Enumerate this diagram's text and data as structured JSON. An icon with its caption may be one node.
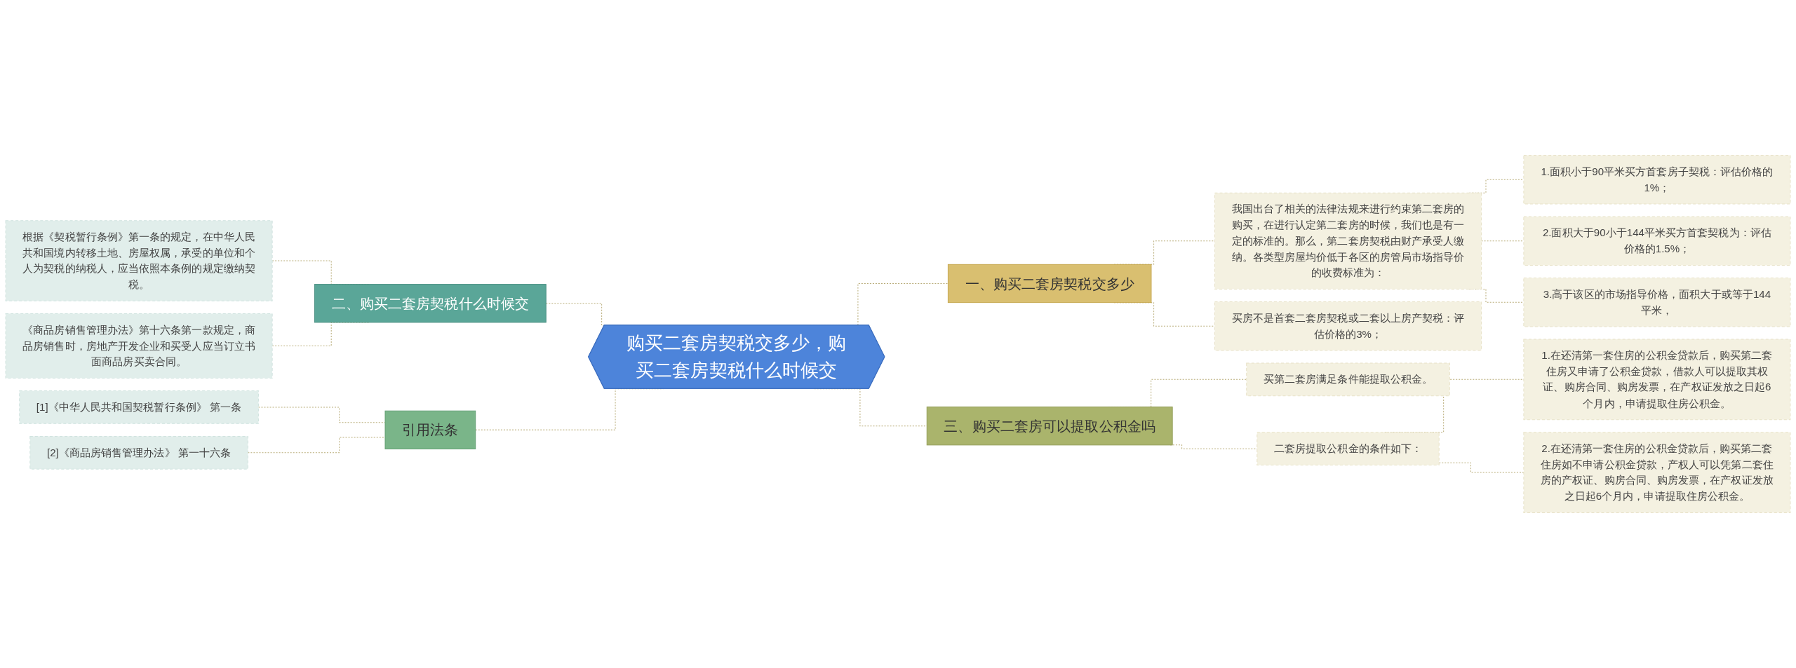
{
  "diagram": {
    "nodes": [
      {
        "text": [
          "购买二套房契税交多少，购买二套房契税什么时候交"
        ]
      },
      {
        "text": [
          "一、购买二套房契税交多少"
        ]
      },
      {
        "text": [
          "我国出台了相关的法律法规来进行约束第二套房的购买，在进行认定第二套房的时候，我们也是有一定的标准的。那么，第二套房契税由财产承受人缴纳。各类型房屋均价低于各区的房管局市场指导价的收费标准为："
        ]
      },
      {
        "text": [
          "1.面积小于90平米买方首套房子契税：评估价格的1%；"
        ]
      },
      {
        "text": [
          "2.面积大于90小于144平米买方首套契税为：评估价格的1.5%；"
        ]
      },
      {
        "text": [
          "3.高于该区的市场指导价格，面积大于或等于144平米，"
        ]
      },
      {
        "text": [
          "买房不是首套二套房契税或二套以上房产契税：评估价格的3%；"
        ]
      },
      {
        "text": [
          "三、购买二套房可以提取公积金吗"
        ]
      },
      {
        "text": [
          "买第二套房满足条件能提取公积金。"
        ]
      },
      {
        "text": [
          "二套房提取公积金的条件如下："
        ]
      },
      {
        "text": [
          "1.在还清第一套住房的公积金贷款后，购买第二套住房又申请了公积金贷款，借款人可以提取其权证、购房合同、购房发票，在产权证发放之日起6个月内，申请提取住房公积金。"
        ]
      },
      {
        "text": [
          "2.在还清第一套住房的公积金贷款后，购买第二套住房如不申请公积金贷款，产权人可以凭第二套住房的产权证、购房合同、购房发票，在产权证发放之日起6个月内，申请提取住房公积金。"
        ]
      },
      {
        "text": [
          "二、购买二套房契税什么时候交"
        ]
      },
      {
        "text": [
          "根据《契税暂行条例》第一条的规定，在中华人民共和国境内转移土地、房屋权属，承受的单位和个人为契税的纳税人，应当依照本条例的规定缴纳契税。"
        ]
      },
      {
        "text": [
          "《商品房销售管理办法》第十六条第一款规定，商品房销售时，房地产开发企业和买受人应当订立书面商品房买卖合同。"
        ]
      },
      {
        "text": [
          "引用法条"
        ]
      },
      {
        "text": [
          "[1]《中华人民共和国契税暂行条例》 第一条"
        ]
      },
      {
        "text": [
          "[2]《商品房销售管理办法》 第一十六条"
        ]
      }
    ],
    "edges": [
      {
        "from": 13,
        "to": 12,
        "arrow": "none",
        "style": "dashed"
      },
      {
        "from": 14,
        "to": 12,
        "arrow": "none",
        "style": "dashed"
      },
      {
        "from": 12,
        "to": 0,
        "arrow": "none",
        "style": "dashed"
      },
      {
        "from": 16,
        "to": 15,
        "arrow": "none",
        "style": "dashed"
      },
      {
        "from": 17,
        "to": 15,
        "arrow": "none",
        "style": "dashed"
      },
      {
        "from": 15,
        "to": 0,
        "arrow": "none",
        "style": "dashed"
      },
      {
        "from": 0,
        "to": 1,
        "arrow": "none",
        "style": "dashed"
      },
      {
        "from": 1,
        "to": 2,
        "arrow": "none",
        "style": "dashed"
      },
      {
        "from": 2,
        "to": 3,
        "arrow": "none",
        "style": "dashed"
      },
      {
        "from": 2,
        "to": 4,
        "arrow": "none",
        "style": "dashed"
      },
      {
        "from": 2,
        "to": 5,
        "arrow": "none",
        "style": "dashed"
      },
      {
        "from": 1,
        "to": 6,
        "arrow": "none",
        "style": "dashed"
      },
      {
        "from": 0,
        "to": 7,
        "arrow": "none",
        "style": "dashed"
      },
      {
        "from": 7,
        "to": 8,
        "arrow": "none",
        "style": "dashed"
      },
      {
        "from": 7,
        "to": 9,
        "arrow": "none",
        "style": "dashed"
      },
      {
        "from": 9,
        "to": 10,
        "arrow": "none",
        "style": "dashed"
      },
      {
        "from": 9,
        "to": 11,
        "arrow": "none",
        "style": "dashed"
      }
    ]
  }
}
